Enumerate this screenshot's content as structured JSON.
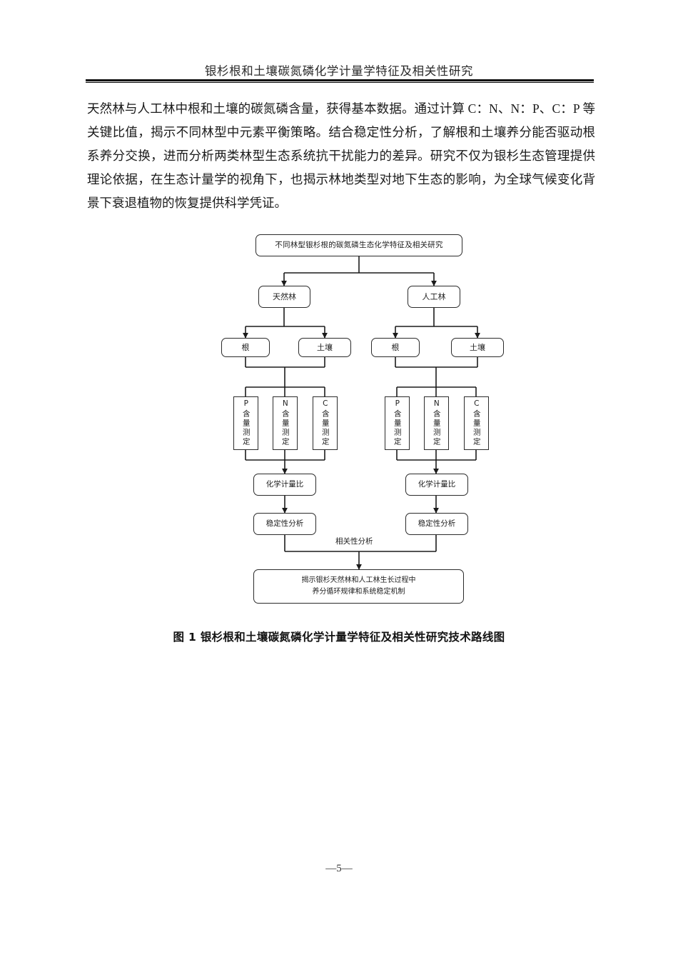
{
  "header": {
    "running_title": "银杉根和土壤碳氮磷化学计量学特征及相关性研究"
  },
  "body": {
    "paragraph": "天然林与人工林中根和土壤的碳氮磷含量，获得基本数据。通过计算 C：N、N：P、C：P 等关键比值，揭示不同林型中元素平衡策略。结合稳定性分析，了解根和土壤养分能否驱动根系养分交换，进而分析两类林型生态系统抗干扰能力的差异。研究不仅为银杉生态管理提供理论依据，在生态计量学的视角下，也揭示林地类型对地下生态的影响，为全球气候变化背景下衰退植物的恢复提供科学凭证。"
  },
  "figure": {
    "caption": "图 1 银杉根和土壤碳氮磷化学计量学特征及相关性研究技术路线图",
    "nodes": {
      "title": "不同林型银杉根的碳氮磷生态化学特征及相关研究",
      "natural_forest": "天然林",
      "plantation_forest": "人工林",
      "left_root": "根",
      "left_soil": "土壤",
      "right_root": "根",
      "right_soil": "土壤",
      "left_p": "P含量测定",
      "left_n": "N含量测定",
      "left_c": "C含量测定",
      "right_p": "P含量测定",
      "right_n": "N含量测定",
      "right_c": "C含量测定",
      "left_ratio": "化学计量比",
      "right_ratio": "化学计量比",
      "left_stability": "稳定性分析",
      "right_stability": "稳定性分析",
      "correlation_label": "相关性分析",
      "conclusion_line1": "揭示银杉天然林和人工林生长过程中",
      "conclusion_line2": "养分循环规律和系统稳定机制"
    }
  },
  "footer": {
    "page_number": "—5—"
  }
}
